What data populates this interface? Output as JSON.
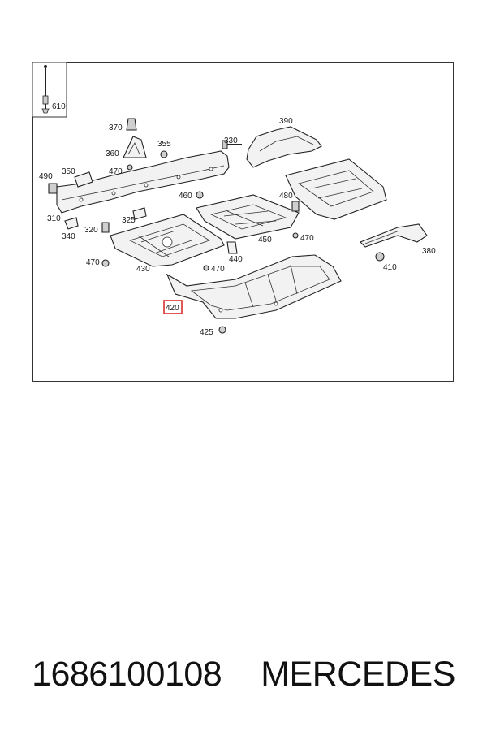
{
  "diagram": {
    "labels": {
      "p610": "610",
      "p370": "370",
      "p360": "360",
      "p355": "355",
      "p330": "330",
      "p390": "390",
      "p490": "490",
      "p350": "350",
      "p470a": "470",
      "p460": "460",
      "p480": "480",
      "p310": "310",
      "p325": "325",
      "p320": "320",
      "p340": "340",
      "p450": "450",
      "p470b": "470",
      "p380": "380",
      "p470c": "470",
      "p440": "440",
      "p410": "410",
      "p430": "430",
      "p470d": "470",
      "p420": "420",
      "p425": "425"
    },
    "highlight_color": "#d9302c"
  },
  "caption": {
    "part_number": "1686100108",
    "brand": "MERCEDES"
  }
}
